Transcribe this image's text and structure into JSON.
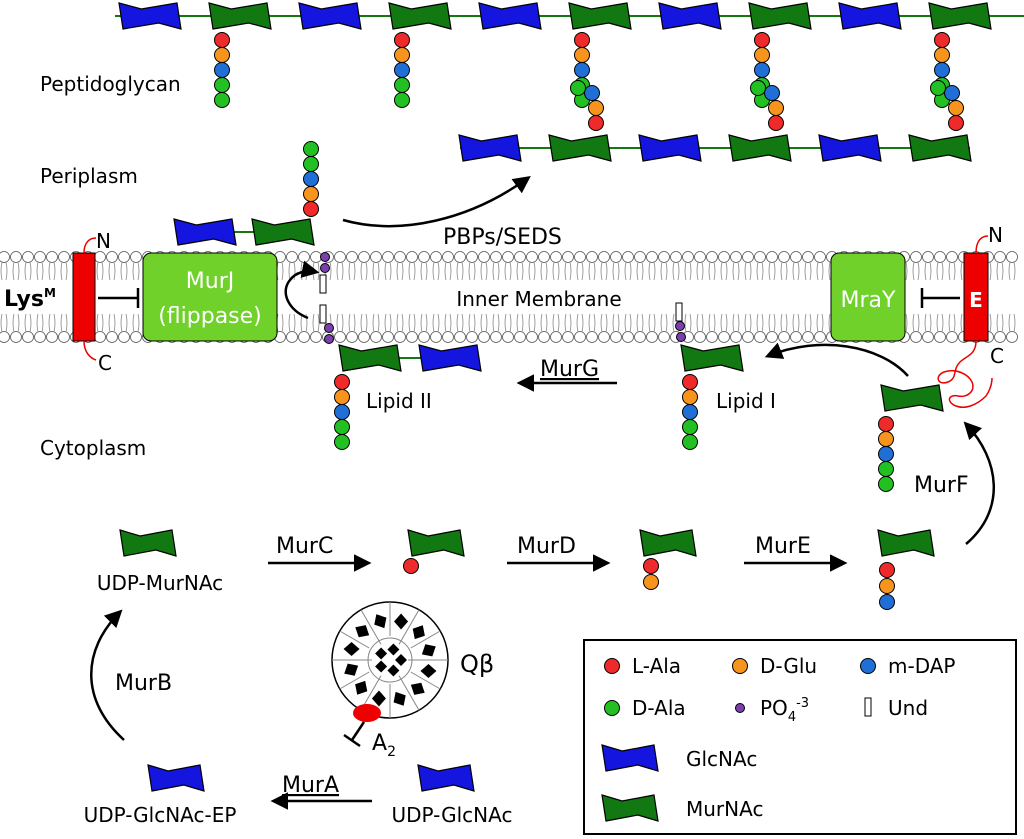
{
  "regions": {
    "peptidoglycan": "Peptidoglycan",
    "periplasm": "Periplasm",
    "cytoplasm": "Cytoplasm",
    "inner_membrane": "Inner Membrane"
  },
  "proteins": {
    "murj_line1": "MurJ",
    "murj_line2": "(flippase)",
    "mray": "MraY",
    "e_protein": "E",
    "lysm": "Lys",
    "lysm_sup": "M",
    "lysm_n": "N",
    "lysm_c": "C",
    "e_n": "N",
    "e_c": "C"
  },
  "lipids": {
    "lipid1": "Lipid I",
    "lipid2": "Lipid II"
  },
  "enzymes": {
    "pbps": "PBPs/SEDS",
    "murg": "MurG",
    "murf": "MurF",
    "murc": "MurC",
    "murd": "MurD",
    "mure": "MurE",
    "murb": "MurB",
    "mura": "MurA"
  },
  "metabolites": {
    "udp_murnac": "UDP-MurNAc",
    "udp_glcnac_ep": "UDP-GlcNAc-EP",
    "udp_glcnac": "UDP-GlcNAc"
  },
  "phage": {
    "name": "Qβ",
    "a2": "A",
    "a2_sub": "2"
  },
  "legend": {
    "items": [
      {
        "label": "L-Ala",
        "color": "#ee2a2a"
      },
      {
        "label": "D-Glu",
        "color": "#f7941d"
      },
      {
        "label": "m-DAP",
        "color": "#1f6fd6"
      },
      {
        "label": "D-Ala",
        "color": "#22c022"
      },
      {
        "label": "PO",
        "sub": "4",
        "sup": "-3",
        "color": "#7b3fb0"
      },
      {
        "label": "Und"
      }
    ],
    "glcnac": "GlcNAc",
    "murnac": "MurNAc"
  },
  "colors": {
    "glcnac": "#1515e0",
    "murnac": "#127812",
    "lala": "#ee2a2a",
    "dglu": "#f7941d",
    "mdap": "#1f6fd6",
    "dala": "#22c022",
    "po4": "#7b3fb0",
    "membrane_protein": "#6fd12a",
    "lysis_protein": "#ee0000"
  }
}
